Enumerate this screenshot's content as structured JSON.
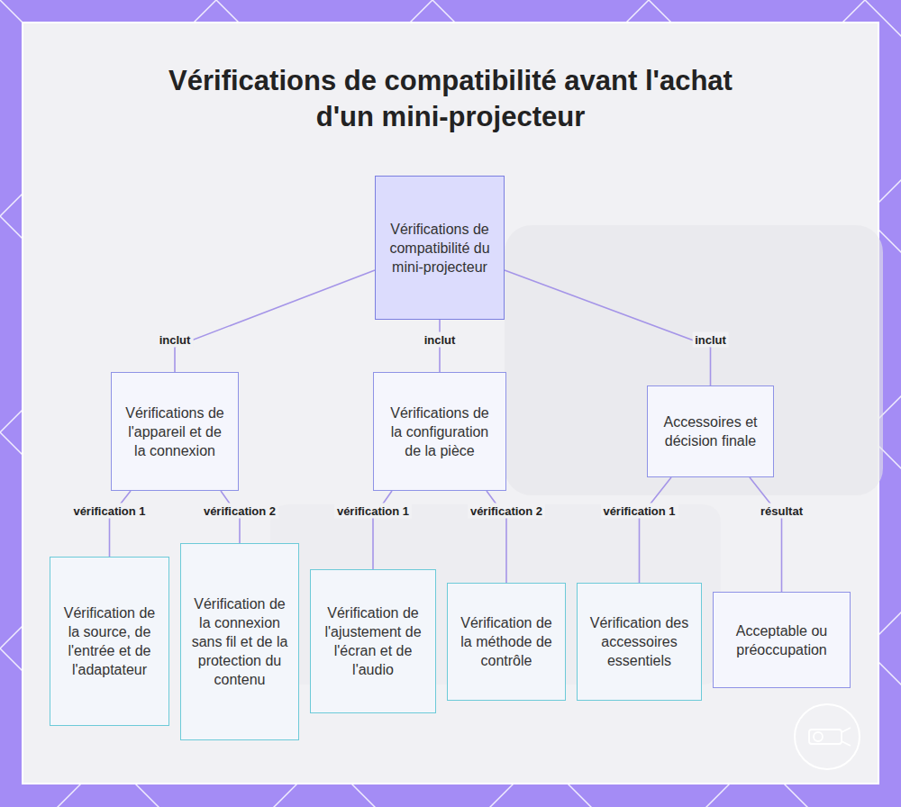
{
  "diagram": {
    "title": "Vérifications de compatibilité avant l'achat d'un mini-projecteur",
    "nodes": [
      {
        "text": [
          "Vérifications de compatibilité du mini-projecteur"
        ]
      },
      {
        "text": [
          "Vérifications de l'appareil et de la connexion"
        ]
      },
      {
        "text": [
          "Vérifications de la configuration de la pièce"
        ]
      },
      {
        "text": [
          "Accessoires et décision finale"
        ]
      },
      {
        "text": [
          "Vérification de la source, de l'entrée et de l'adaptateur"
        ]
      },
      {
        "text": [
          "Vérification de la connexion sans fil et de la protection du contenu"
        ]
      },
      {
        "text": [
          "Vérification de l'ajustement de l'écran et de l'audio"
        ]
      },
      {
        "text": [
          "Vérification de la méthode de contrôle"
        ]
      },
      {
        "text": [
          "Vérification des accessoires essentiels"
        ]
      },
      {
        "text": [
          "Acceptable ou préoccupation"
        ]
      }
    ],
    "edges": [
      {
        "from": 0,
        "to": 1,
        "label": "inclut",
        "arrow": "none"
      },
      {
        "from": 0,
        "to": 2,
        "label": "inclut",
        "arrow": "none"
      },
      {
        "from": 0,
        "to": 3,
        "label": "inclut",
        "arrow": "none"
      },
      {
        "from": 1,
        "to": 4,
        "label": "vérification 1",
        "arrow": "none"
      },
      {
        "from": 1,
        "to": 5,
        "label": "vérification 2",
        "arrow": "none"
      },
      {
        "from": 2,
        "to": 6,
        "label": "vérification 1",
        "arrow": "none"
      },
      {
        "from": 2,
        "to": 7,
        "label": "vérification 2",
        "arrow": "none"
      },
      {
        "from": 3,
        "to": 8,
        "label": "vérification 1",
        "arrow": "none"
      },
      {
        "from": 3,
        "to": 9,
        "label": "résultat",
        "arrow": "none"
      }
    ]
  }
}
